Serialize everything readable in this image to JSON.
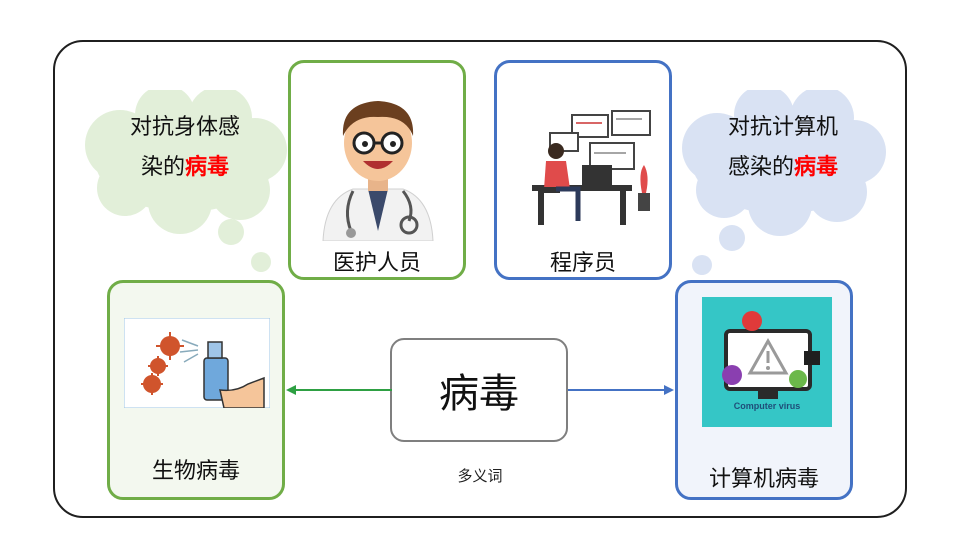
{
  "top_left_bubble": {
    "line1": "对抗身体感",
    "line2_prefix": "染的",
    "line2_highlight": "病毒"
  },
  "top_right_bubble": {
    "line1": "对抗计算机",
    "line2_prefix": "感染的",
    "line2_highlight": "病毒"
  },
  "cards": {
    "medical": {
      "label": "医护人员"
    },
    "programmer": {
      "label": "程序员"
    },
    "bio_virus": {
      "label": "生物病毒"
    },
    "computer_virus": {
      "label": "计算机病毒",
      "image_caption": "Computer virus"
    }
  },
  "center": {
    "label": "病毒",
    "caption": "多义词"
  },
  "colors": {
    "green": "#70ad47",
    "blue": "#4472c4",
    "highlight": "#ff0000",
    "green_cloud": "#e2efd9",
    "blue_cloud": "#d9e2f3"
  }
}
